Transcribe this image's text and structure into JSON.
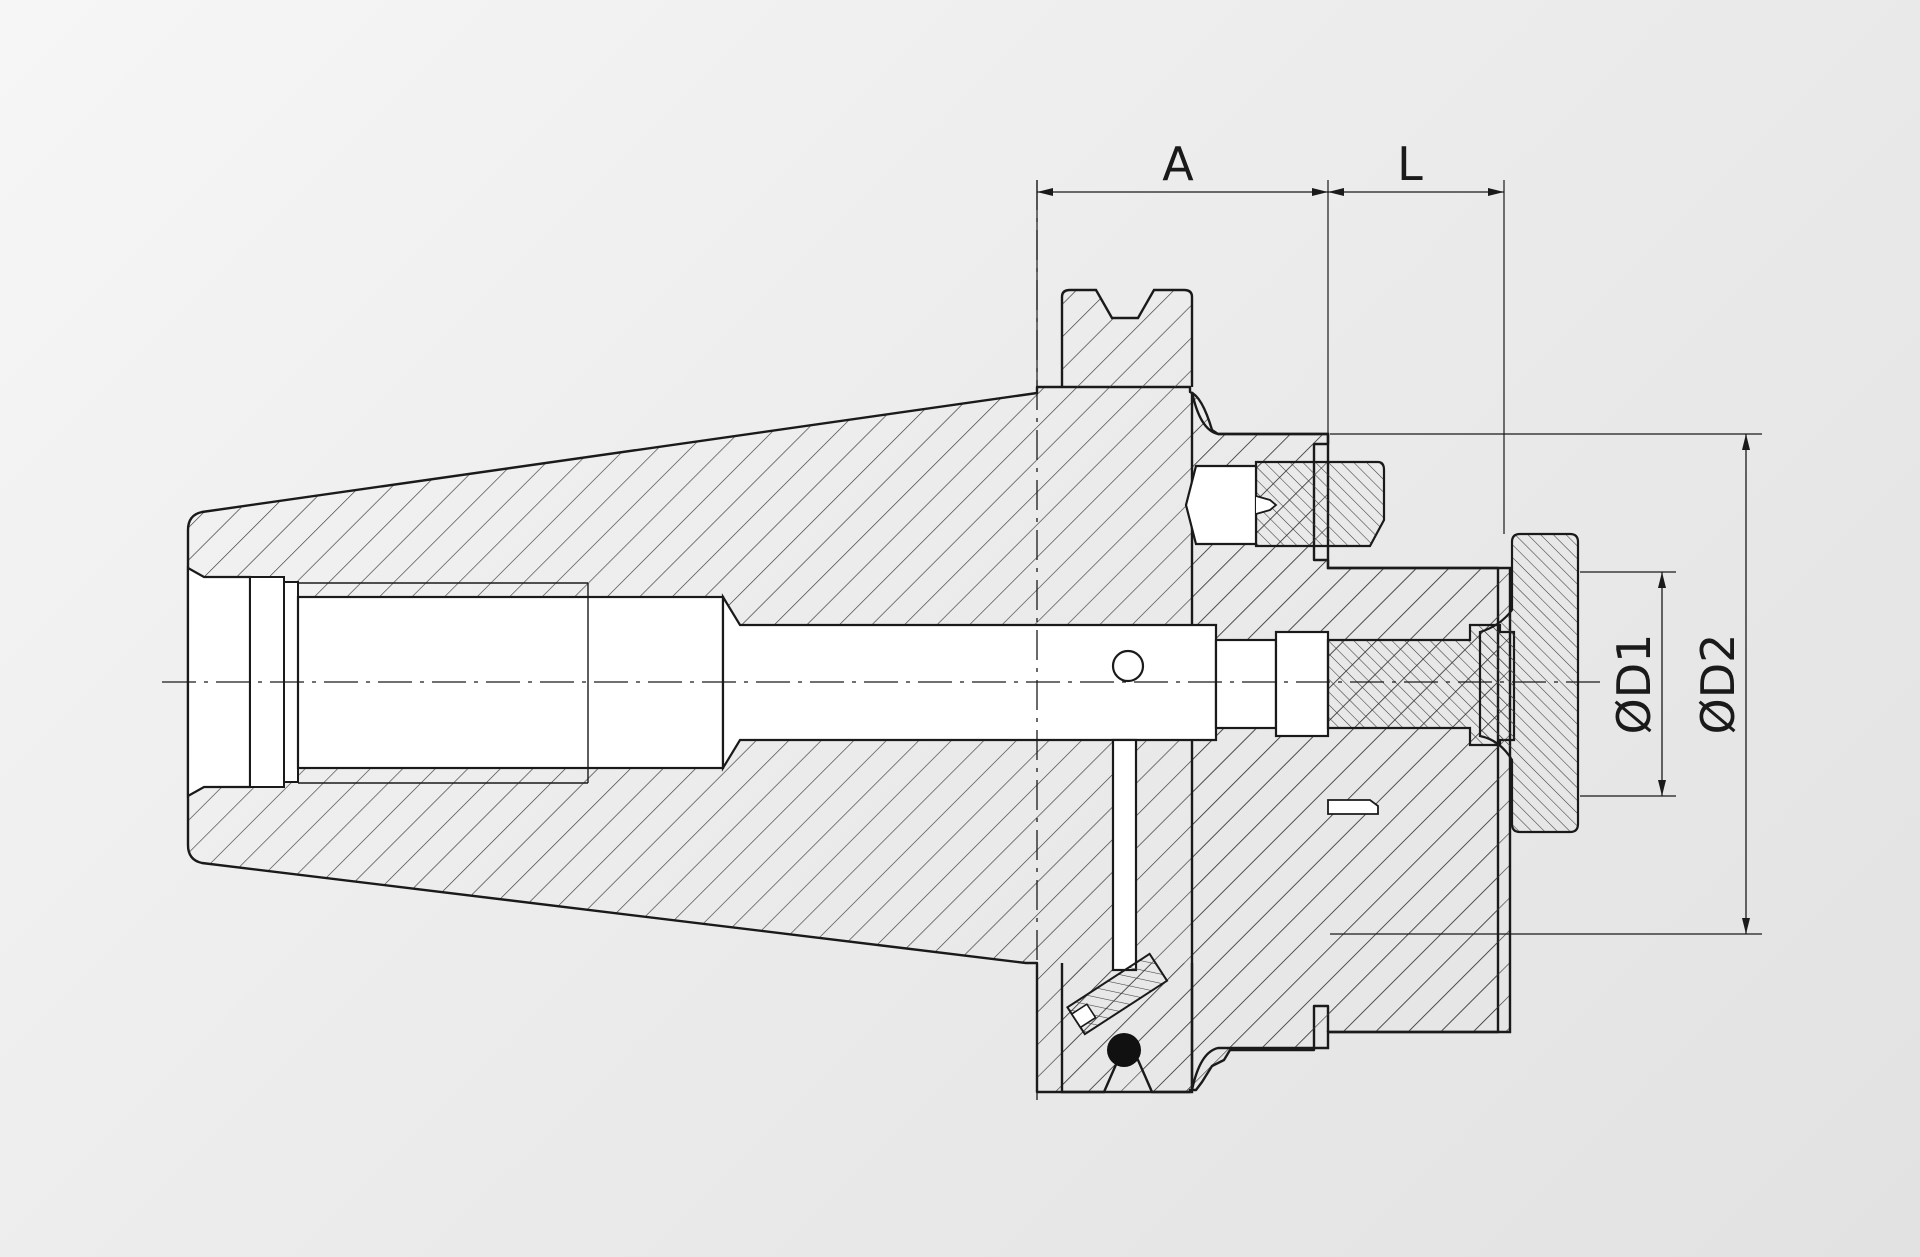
{
  "dimensions": {
    "a": "A",
    "l": "L",
    "d1": "ØD1",
    "d2": "ØD2"
  },
  "colors": {
    "line": "#1a1a1a",
    "hatch": "#3a3a3a",
    "fill": "#ffffff"
  }
}
